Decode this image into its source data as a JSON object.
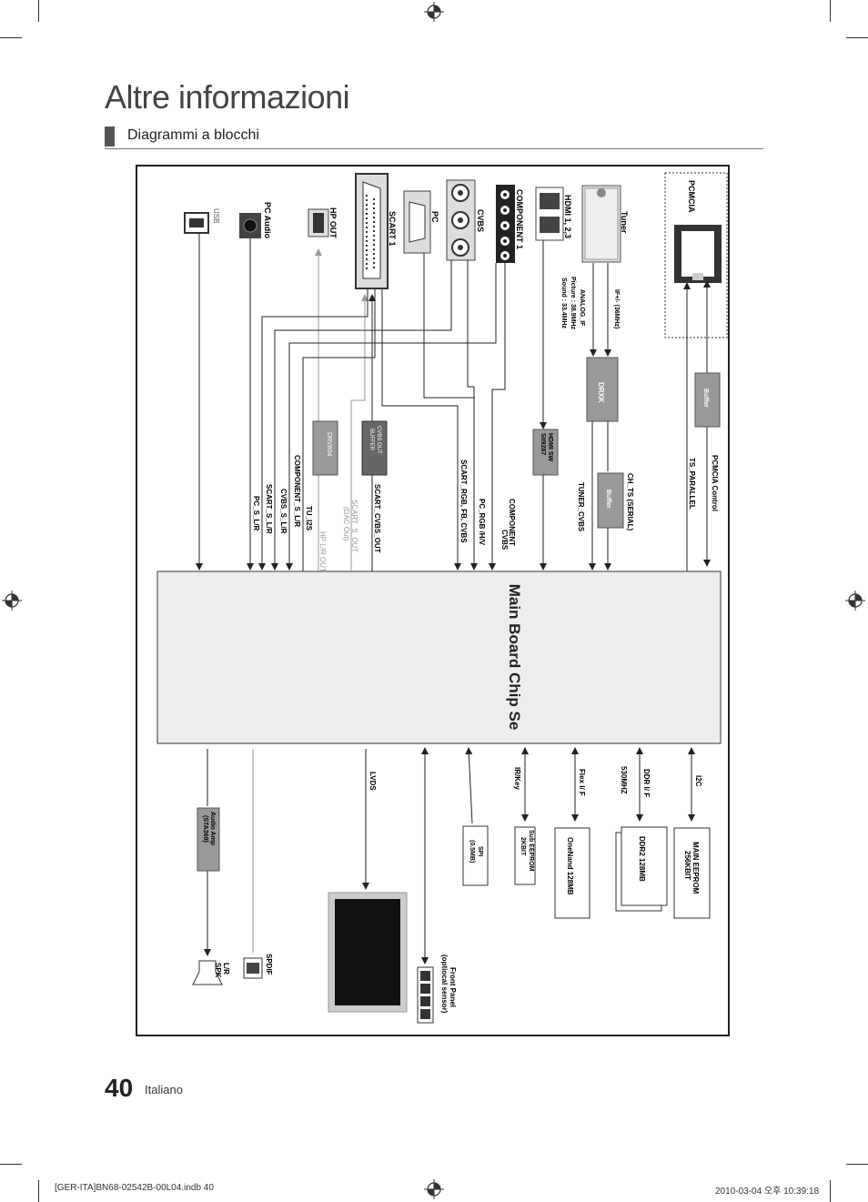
{
  "page": {
    "title": "Altre informazioni",
    "section": "Diagrammi a blocchi",
    "page_number": "40",
    "language": "Italiano",
    "footer_file": "[GER-ITA]BN68-02542B-00L04.indb   40",
    "footer_date": "2010-03-04   오후 10:39:18"
  },
  "diagram": {
    "chip": "Main Board Chip Se",
    "inputs": {
      "pcmcia": "PCMCIA",
      "tuner": "Tuner",
      "hdmi": "HDMI 1, 2,3",
      "component": "COMPONENT 1",
      "cvbs": "CVBS",
      "pc": "PC",
      "scart": "SCART 1",
      "hp_out": "HP OUT",
      "pc_audio": "PC Audio",
      "usb": "USB"
    },
    "tuner_notes": {
      "if": "IF+/- (36MHz)",
      "analog_if": "ANALOG_IF",
      "picture": "Picture : 38.9MHz",
      "sound": "Sound : 33.4MHz"
    },
    "blocks": {
      "drxk": "DRXK",
      "buffer": "Buffer",
      "buffer2": "Buffer",
      "hdmi_sw_1": "HDMI SW",
      "hdmi_sw_2": "SII9287",
      "cvbs_out_1": "CVBS OUT",
      "cvbs_out_2": "BUFFER",
      "drv": "DRV804"
    },
    "signals": {
      "pcmcia_control": "PCMCIA Control",
      "ts_parallel": "TS_PARALLEL",
      "ch_ts": "CH_TS (SERIAL)",
      "tuner_cvbs": "TUNER_CVBS",
      "component_1": "COMPONENT",
      "component_2": "CVBS",
      "pc_rgb": "PC_RGB /H/V",
      "scart_rgb": "SCART_RGB, FB, CVBS",
      "scart_cvbs_out": "SCART_CVBS_OUT",
      "scart_s_out_1": "SCART_S_OUT",
      "scart_s_out_2": "(DAC Out)",
      "hp_lr_out": "HP L/R OUT",
      "tu_i2s": "TU_I2S",
      "component_s_lr": "COMPONENT_S_L/R",
      "cvbs_s_lr": "CVBS_S_L/R",
      "scart_s_lr": "SCART_S_L/R",
      "pc_s_lr": "PC_S_L/R"
    },
    "outputs": {
      "i2c": "I2C",
      "main_eeprom_1": "MAIN EEPROM",
      "main_eeprom_2": "256KBIT",
      "ddr_if": "DDR I/ F",
      "ddr_mhz": "530MHZ",
      "ddr2": "DDR2 128MB",
      "flex_if": "Flex I/ F",
      "onenand": "OneNand 128MB",
      "ir_key": "IR/Key",
      "sub_eeprom_1": "Sub EEPROM",
      "sub_eeprom_2": "2KBIT",
      "spi_1": "SPI",
      "spi_2": "(0.5MB)",
      "front_panel_1": "Front Panel",
      "front_panel_2": "(optiocal sensor)",
      "lvds": "LVDS",
      "audio_amp_1": "Audio Amp",
      "audio_amp_2": "(STA369)",
      "spdif": "SPDIF",
      "lr_spk_1": "L/R",
      "lr_spk_2": "SPK"
    }
  },
  "colors": {
    "block_fill": "#999999",
    "chip_fill": "#ededed",
    "line": "#222222",
    "light_line": "#999999"
  }
}
